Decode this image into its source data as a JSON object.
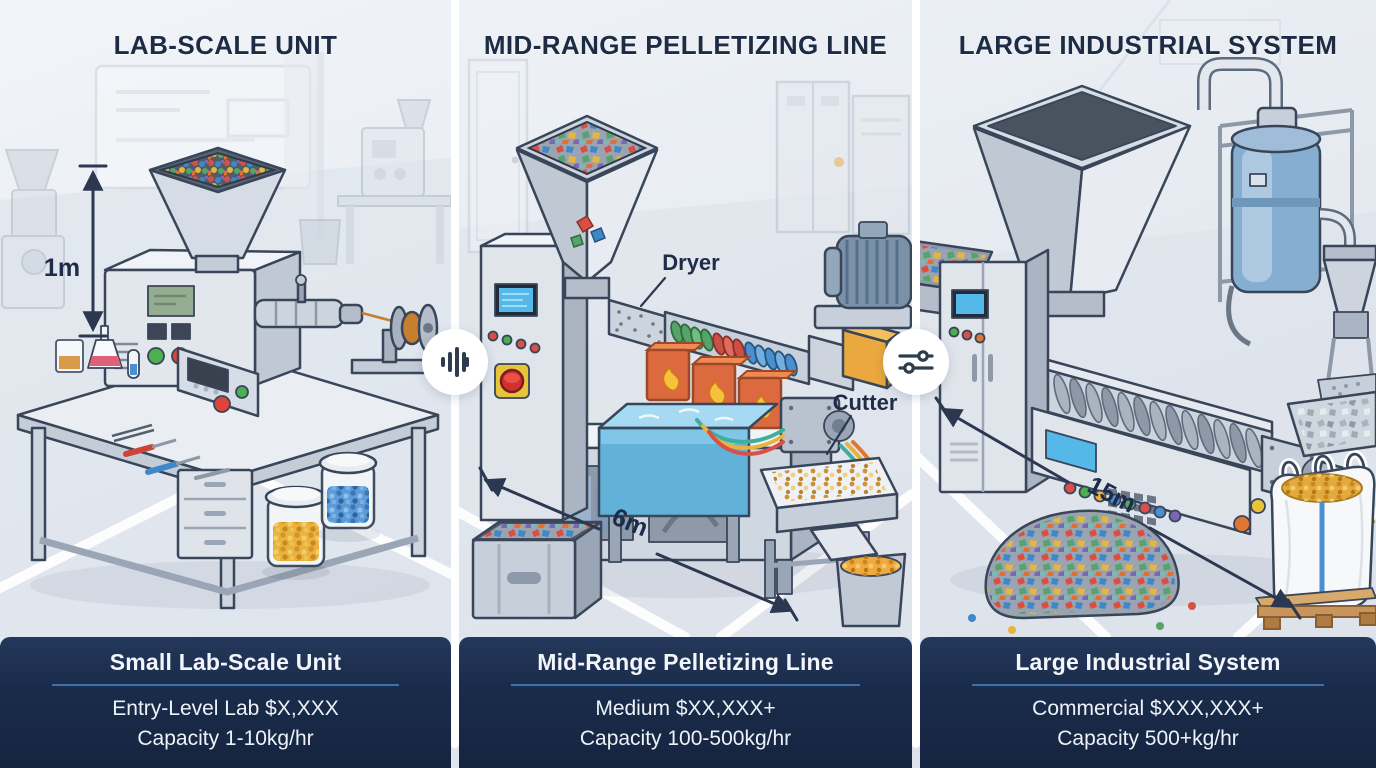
{
  "colors": {
    "background_top": "#f1f4f8",
    "background_bottom": "#d8dfe8",
    "panel_title_text": "#1d2b45",
    "info_card_background": "#1a2c4b",
    "info_card_rule": "#3f72ad",
    "info_card_text": "#f2f5fa",
    "divider_line": "#ffffff",
    "dimension_annotation": "#2b3850"
  },
  "panels": [
    {
      "title": "LAB-SCALE UNIT",
      "dimension_label": "1m",
      "labels": {},
      "info": {
        "heading": "Small Lab-Scale Unit",
        "line1": "Entry-Level Lab $X,XXX",
        "line2": "Capacity 1-10kg/hr"
      }
    },
    {
      "title": "MID-RANGE PELLETIZING LINE",
      "dimension_label": "6m",
      "labels": {
        "dryer": "Dryer",
        "cutter": "Cutter"
      },
      "info": {
        "heading": "Mid-Range Pelletizing Line",
        "line1": "Medium $XX,XXX+",
        "line2": "Capacity 100-500kg/hr"
      }
    },
    {
      "title": "LARGE INDUSTRIAL SYSTEM",
      "dimension_label": "15m",
      "labels": {},
      "info": {
        "heading": "Large Industrial System",
        "line1": "Commercial $XXX,XXX+",
        "line2": "Capacity 500+kg/hr"
      }
    }
  ],
  "divider_buttons": [
    {
      "icon": "equalizer-icon"
    },
    {
      "icon": "sliders-icon"
    }
  ]
}
